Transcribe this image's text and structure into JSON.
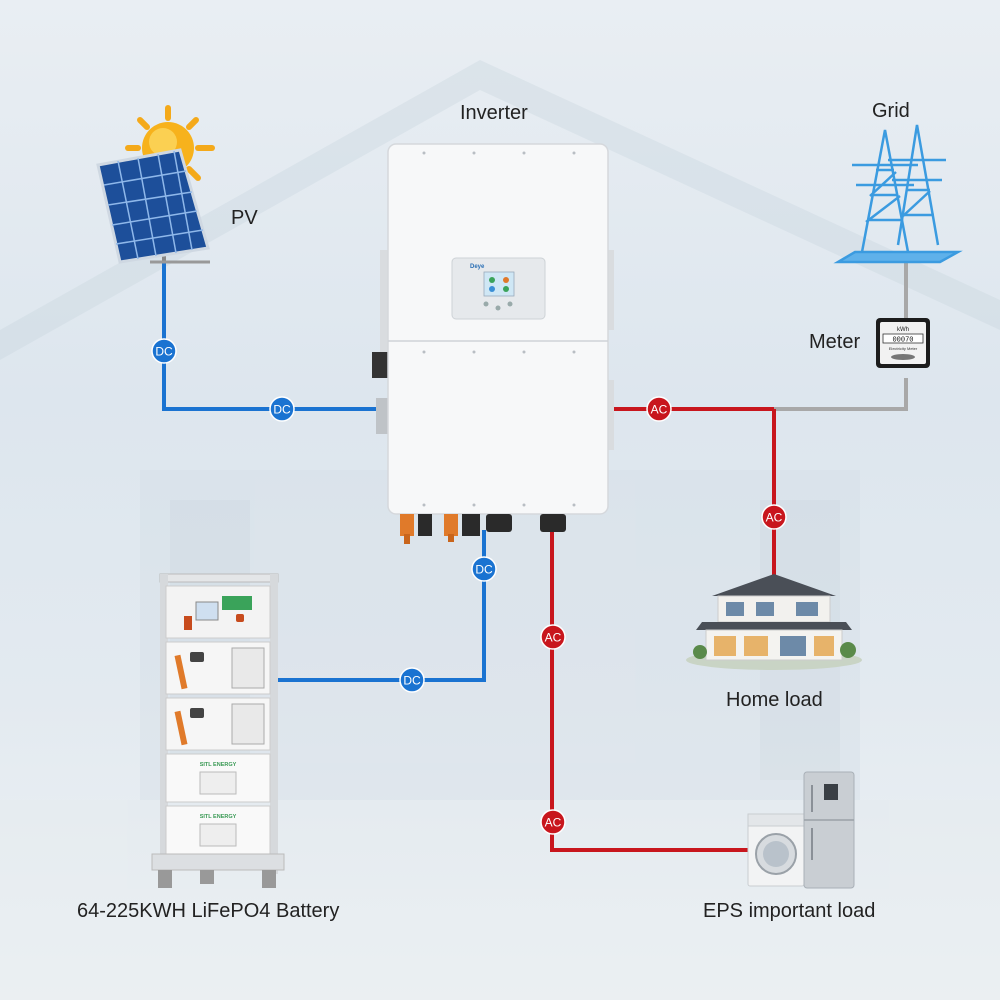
{
  "labels": {
    "inverter": "Inverter",
    "grid": "Grid",
    "pv": "PV",
    "meter": "Meter",
    "home_load": "Home load",
    "battery": "64-225KWH LiFePO4 Battery",
    "eps_load": "EPS important load"
  },
  "badges": {
    "dc": "DC",
    "ac": "AC"
  },
  "device_text": {
    "inverter_brand": "Deye",
    "battery_brand": "SITL ENERGY",
    "meter_unit": "kWh",
    "meter_reading": "00070",
    "meter_caption": "Electricity Meter"
  },
  "colors": {
    "dc_line": "#1a73d1",
    "ac_line": "#c8161d",
    "grid_line": "#a8a8a8"
  }
}
